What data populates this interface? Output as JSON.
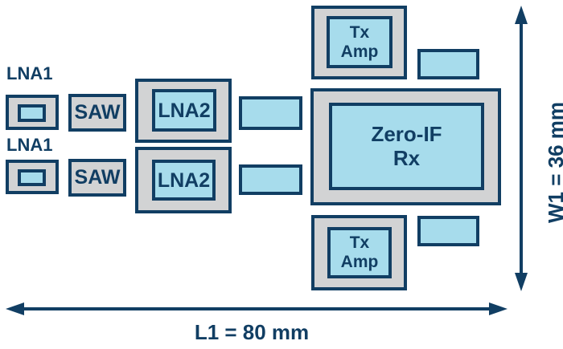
{
  "colors": {
    "navy": "#113e63",
    "light_blue": "#a7dcec",
    "gray": "#d2d3d4",
    "background": "#ffffff"
  },
  "modules": {
    "rx_chain_top": {
      "lna1_label": "LNA1",
      "saw": "SAW",
      "lna2": "LNA2"
    },
    "rx_chain_bottom": {
      "lna1_label": "LNA1",
      "saw": "SAW",
      "lna2": "LNA2"
    },
    "tx_amp_top": "Tx\nAmp",
    "tx_amp_bottom": "Tx\nAmp",
    "zero_if_rx": "Zero-IF\nRx"
  },
  "dimensions": {
    "length": "L1 = 80 mm",
    "width": "W1 = 36 mm"
  }
}
